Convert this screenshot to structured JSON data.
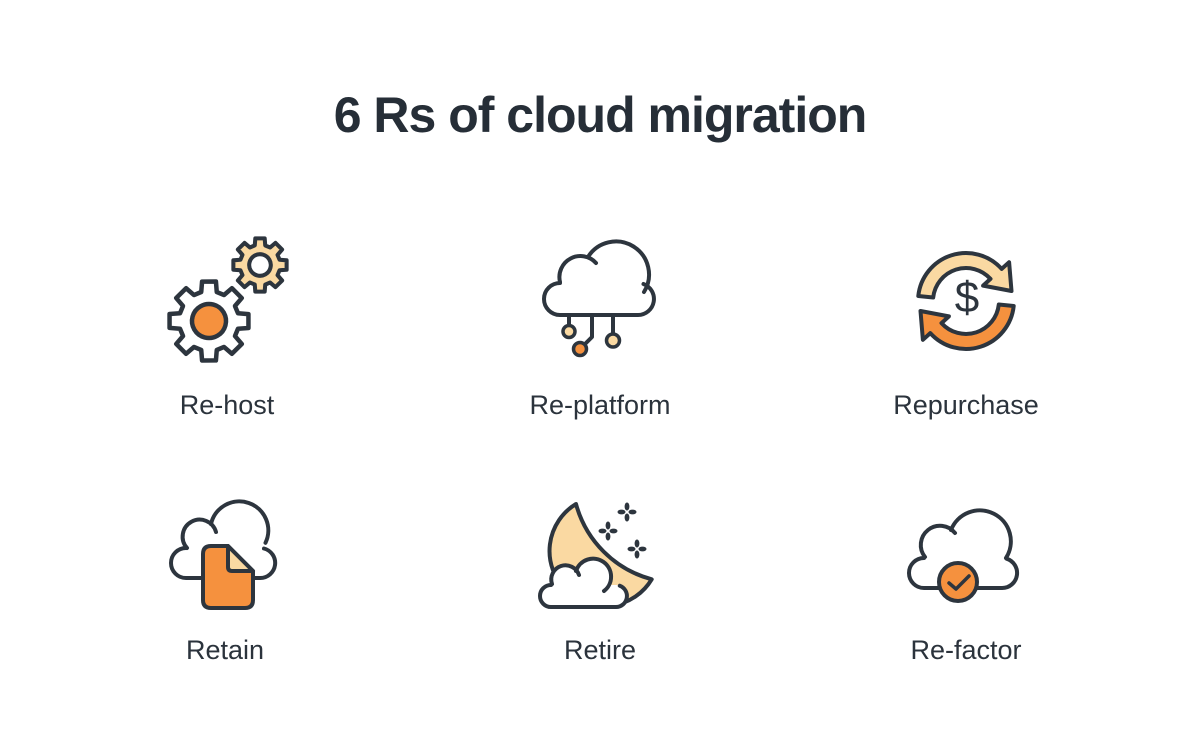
{
  "title": "6 Rs of cloud migration",
  "colors": {
    "ink": "#2D353E",
    "text": "#2B333C",
    "orange": "#F5913E",
    "cream": "#FAD9A2",
    "white": "#FFFFFF"
  },
  "items": [
    {
      "label": "Re-host",
      "icon": "gears-icon"
    },
    {
      "label": "Re-platform",
      "icon": "cloud-nodes-icon"
    },
    {
      "label": "Repurchase",
      "icon": "dollar-refresh-icon",
      "currency_symbol": "$"
    },
    {
      "label": "Retain",
      "icon": "cloud-document-icon"
    },
    {
      "label": "Retire",
      "icon": "moon-stars-cloud-icon"
    },
    {
      "label": "Re-factor",
      "icon": "cloud-check-icon"
    }
  ]
}
